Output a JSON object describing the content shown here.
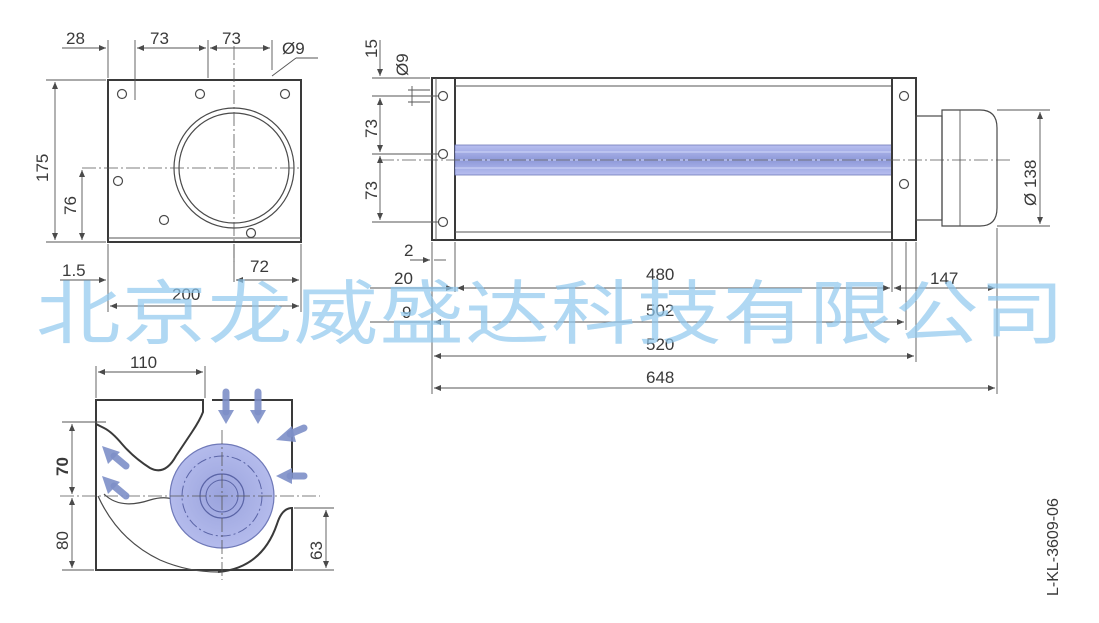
{
  "front_view": {
    "dims": [
      "28",
      "73",
      "73",
      "Ø9",
      "175",
      "76",
      "1.5",
      "72",
      "200"
    ]
  },
  "side_view": {
    "dims": [
      "15",
      "Ø9",
      "73",
      "73",
      "2",
      "20",
      "480",
      "147",
      "9",
      "502",
      "520",
      "648",
      "Ø 138"
    ]
  },
  "section_view": {
    "dims": [
      "110",
      "70",
      "80",
      "63"
    ]
  },
  "watermark": "北京龙威盛达科技有限公司",
  "drawing_code": "L-KL-3609-06",
  "colors": {
    "line": "#4a4a4a",
    "roller": "#8e99d9",
    "flow_arrow": "#7d8fc8",
    "watermark": "#8fc8ee"
  }
}
